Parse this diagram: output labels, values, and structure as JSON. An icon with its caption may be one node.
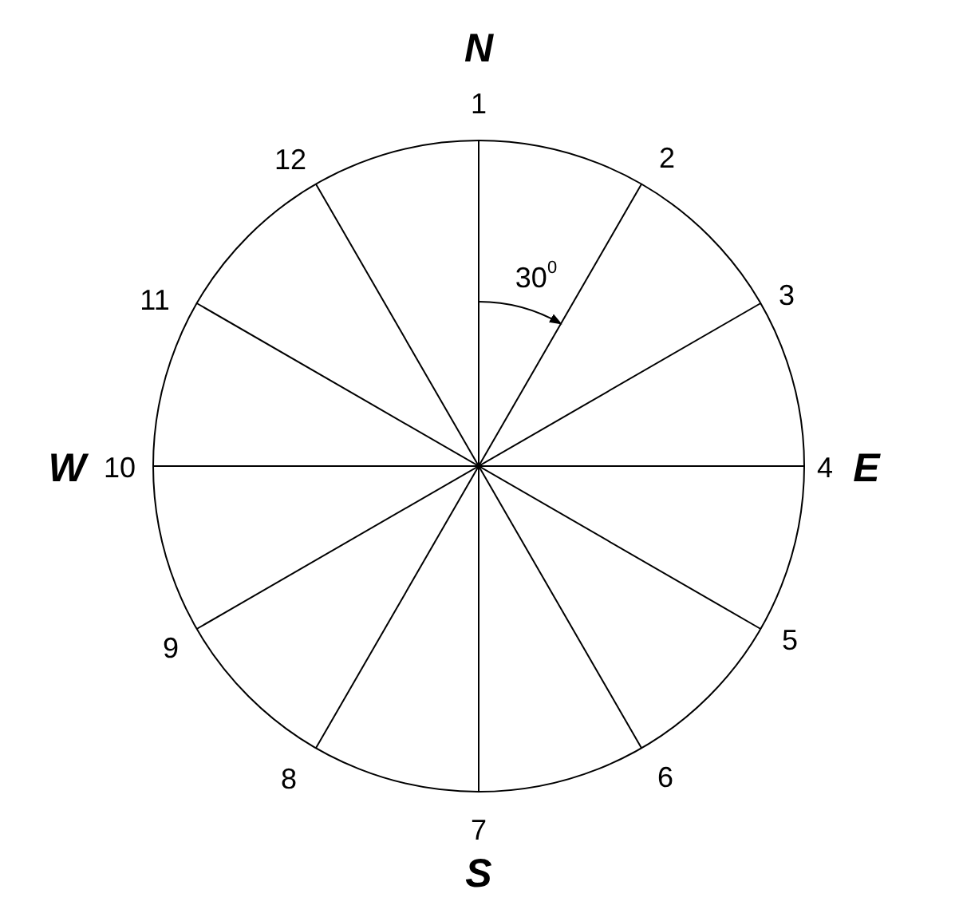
{
  "diagram": {
    "labels": [
      "N",
      "1",
      "12",
      "2",
      "30$^{0}$",
      "11",
      "3",
      "W",
      "10",
      "4",
      "E",
      "9",
      "5",
      "8",
      "6",
      "7",
      "S"
    ]
  }
}
